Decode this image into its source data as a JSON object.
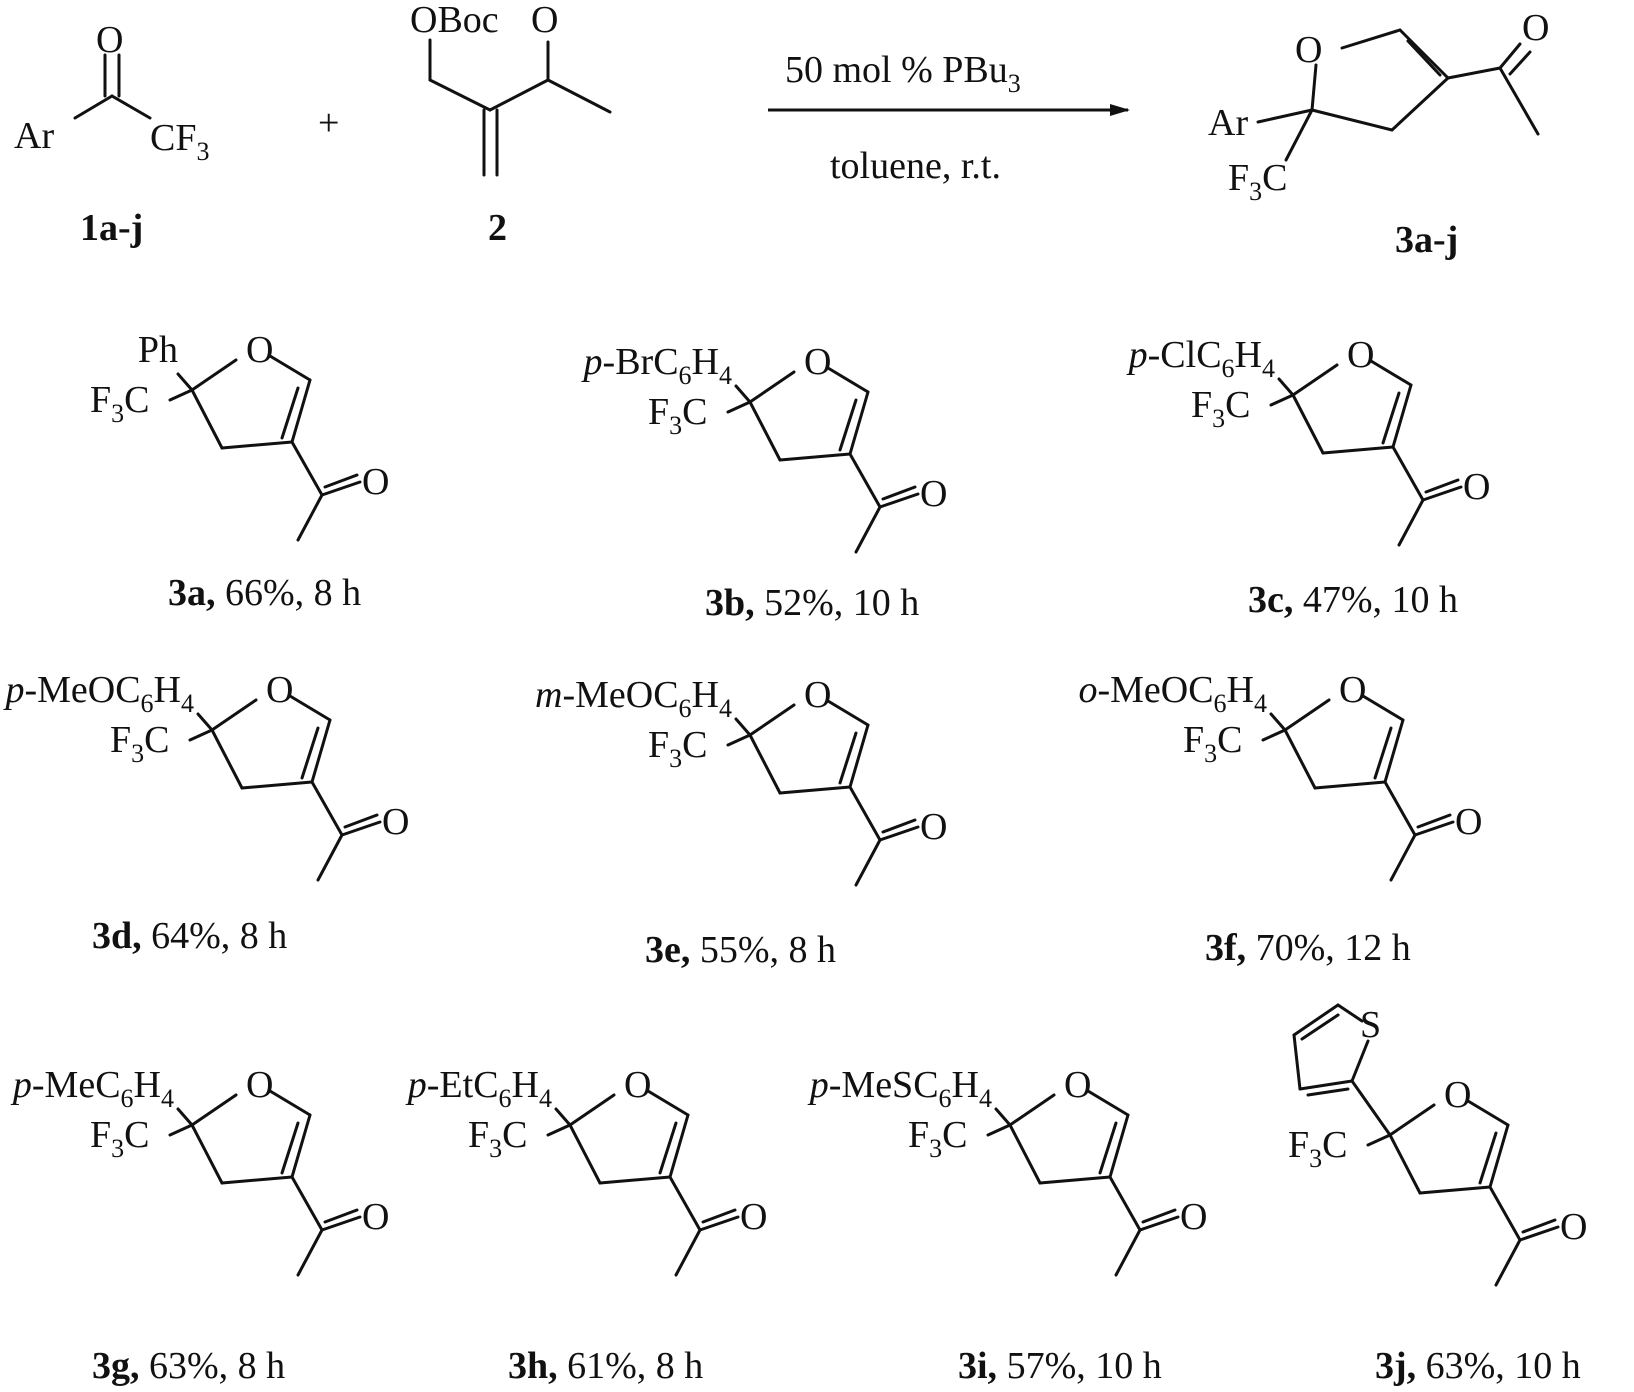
{
  "scheme": {
    "reagent1": {
      "label": "1a-j",
      "ar": "Ar",
      "cf3": "CF3",
      "o": "O"
    },
    "plus": "+",
    "reagent2": {
      "label": "2",
      "oboc": "OBoc",
      "o": "O"
    },
    "conditions": {
      "above": "50 mol % PBu3",
      "below": "toluene, r.t."
    },
    "product": {
      "label": "3a-j",
      "ar": "Ar",
      "cf3": "F3C",
      "ring_o": "O",
      "ketone_o": "O"
    }
  },
  "products": [
    {
      "id": "3a",
      "substituent": "Ph",
      "yield": "66%",
      "time": "8 h"
    },
    {
      "id": "3b",
      "substituent": "p-BrC6H4",
      "yield": "52%",
      "time": "10 h"
    },
    {
      "id": "3c",
      "substituent": "p-ClC6H4",
      "yield": "47%",
      "time": "10 h"
    },
    {
      "id": "3d",
      "substituent": "p-MeOC6H4",
      "yield": "64%",
      "time": "8 h"
    },
    {
      "id": "3e",
      "substituent": "m-MeOC6H4",
      "yield": "55%",
      "time": "8 h"
    },
    {
      "id": "3f",
      "substituent": "o-MeOC6H4",
      "yield": "70%",
      "time": "12 h"
    },
    {
      "id": "3g",
      "substituent": "p-MeC6H4",
      "yield": "63%",
      "time": "8 h"
    },
    {
      "id": "3h",
      "substituent": "p-EtC6H4",
      "yield": "61%",
      "time": "8 h"
    },
    {
      "id": "3i",
      "substituent": "p-MeSC6H4",
      "yield": "57%",
      "time": "10 h"
    },
    {
      "id": "3j",
      "substituent": "2-thienyl",
      "thiophene_s": "S",
      "yield": "63%",
      "time": "10 h"
    }
  ]
}
